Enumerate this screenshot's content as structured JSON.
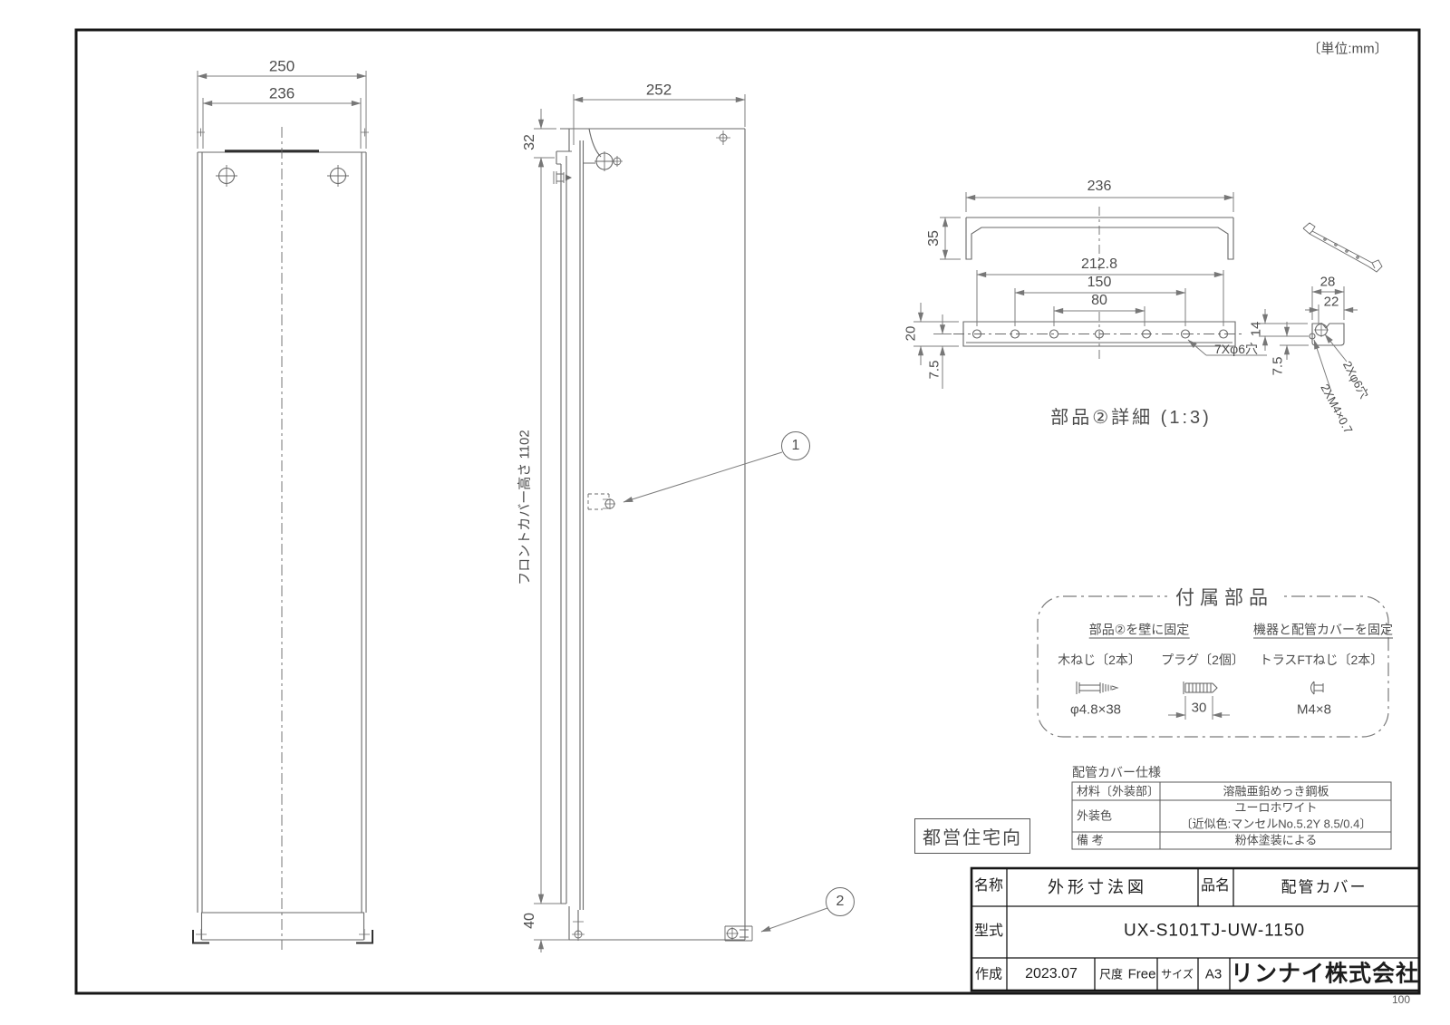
{
  "page": {
    "unit_note": "〔単位:mm〕",
    "page_number": "100"
  },
  "front_view": {
    "dim_250": "250",
    "dim_236": "236"
  },
  "side_view": {
    "dim_252": "252",
    "dim_32": "32",
    "height_label": "フロントカバー高さ 1102",
    "dim_40": "40",
    "balloon_1": "1",
    "balloon_2": "2"
  },
  "detail_view": {
    "caption": "部品②詳細 (1:3)",
    "dim_236": "236",
    "dim_35": "35",
    "dim_212_8": "212.8",
    "dim_150": "150",
    "dim_80": "80",
    "dim_20": "20",
    "dim_7_5_left": "7.5",
    "callout_holes": "7Xφ6穴",
    "dim_28": "28",
    "dim_22": "22",
    "dim_14": "14",
    "dim_7_5_end": "7.5",
    "callout_end_holes": "2Xφ6穴",
    "callout_end_thread": "2XM4×0.7"
  },
  "accessories": {
    "title": "付属部品",
    "group_wall": "部品②を壁に固定",
    "group_fix": "機器と配管カバーを固定",
    "wood_screw_label": "木ねじ〔2本〕",
    "wood_screw_size": "φ4.8×38",
    "plug_label": "プラグ〔2個〕",
    "plug_dim": "30",
    "truss_label": "トラスFTねじ〔2本〕",
    "truss_size": "M4×8"
  },
  "spec_table": {
    "title": "配管カバー仕様",
    "rows": [
      {
        "label": "材料〔外装部〕",
        "value": "溶融亜鉛めっき鋼板"
      },
      {
        "label": "外装色",
        "value_line1": "ユーロホワイト",
        "value_line2": "〔近似色:マンセルNo.5.2Y 8.5/0.4〕"
      },
      {
        "label": "備 考",
        "value": "粉体塗装による"
      }
    ]
  },
  "stamp": {
    "label": "都営住宅向"
  },
  "title_block": {
    "name_label": "名称",
    "name_value": "外形寸法図",
    "item_label": "品名",
    "item_value": "配管カバー",
    "model_label": "型式",
    "model_value": "UX-S101TJ-UW-1150",
    "created_label": "作成",
    "created_value": "2023.07",
    "scale_label": "尺度",
    "scale_value": "Free",
    "size_label": "サイズ",
    "size_value": "A3",
    "company": "リンナイ株式会社"
  }
}
